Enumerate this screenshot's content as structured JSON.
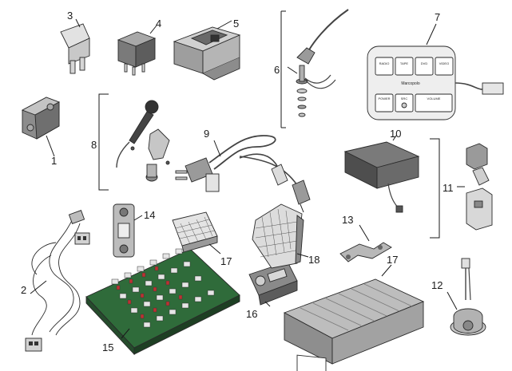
{
  "diagram": {
    "callouts": [
      {
        "id": "1",
        "text": "1"
      },
      {
        "id": "2",
        "text": "2"
      },
      {
        "id": "3",
        "text": "3"
      },
      {
        "id": "4",
        "text": "4"
      },
      {
        "id": "5",
        "text": "5"
      },
      {
        "id": "6",
        "text": "6"
      },
      {
        "id": "7",
        "text": "7"
      },
      {
        "id": "8",
        "text": "8"
      },
      {
        "id": "9",
        "text": "9"
      },
      {
        "id": "10",
        "text": "10"
      },
      {
        "id": "11",
        "text": "11"
      },
      {
        "id": "12",
        "text": "12"
      },
      {
        "id": "13",
        "text": "13"
      },
      {
        "id": "14",
        "text": "14"
      },
      {
        "id": "15",
        "text": "15"
      },
      {
        "id": "16",
        "text": "16"
      },
      {
        "id": "17a",
        "text": "17"
      },
      {
        "id": "17b",
        "text": "17"
      },
      {
        "id": "18",
        "text": "18"
      }
    ],
    "control_panel": {
      "buttons": [
        "RADIO",
        "TAPE",
        "DVD",
        "VIDEO",
        "POWER",
        "SRC",
        "VOLUME"
      ],
      "brand": "Marcopolo"
    }
  }
}
